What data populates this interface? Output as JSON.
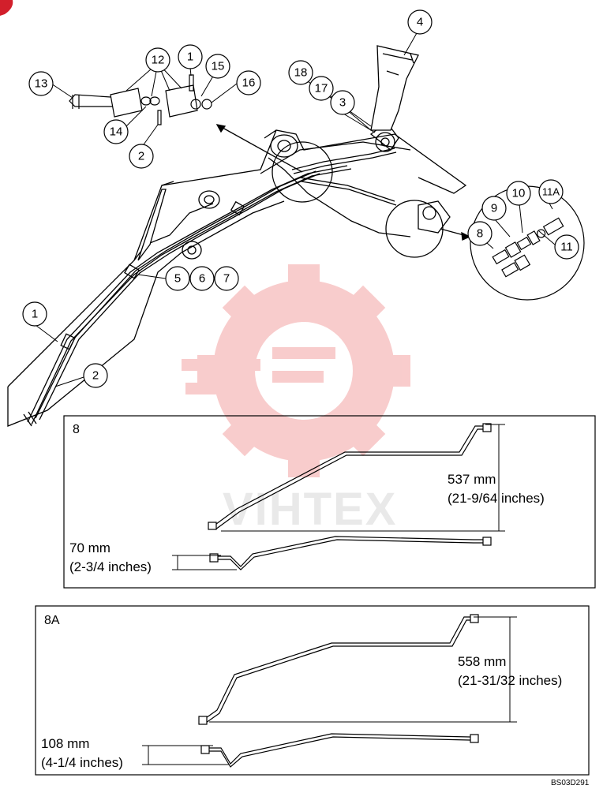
{
  "watermark": {
    "text": "VIHTEX",
    "color": "#f28a8a"
  },
  "callouts": {
    "c13": "13",
    "c12": "12",
    "c1_top": "1",
    "c15": "15",
    "c16": "16",
    "c14": "14",
    "c2_top": "2",
    "c4": "4",
    "c18": "18",
    "c17": "17",
    "c3": "3",
    "c5": "5",
    "c6": "6",
    "c7": "7",
    "c1_left": "1",
    "c2_left": "2",
    "c9": "9",
    "c10": "10",
    "c11a": "11A",
    "c8": "8",
    "c11": "11"
  },
  "detail_8": {
    "label": "8",
    "height_mm": "537 mm",
    "height_in": "(21-9/64 inches)",
    "offset_mm": "70 mm",
    "offset_in": "(2-3/4 inches)"
  },
  "detail_8a": {
    "label": "8A",
    "height_mm": "558 mm",
    "height_in": "(21-31/32 inches)",
    "offset_mm": "108 mm",
    "offset_in": "(4-1/4 inches)"
  },
  "figure_code": "BS03D291"
}
